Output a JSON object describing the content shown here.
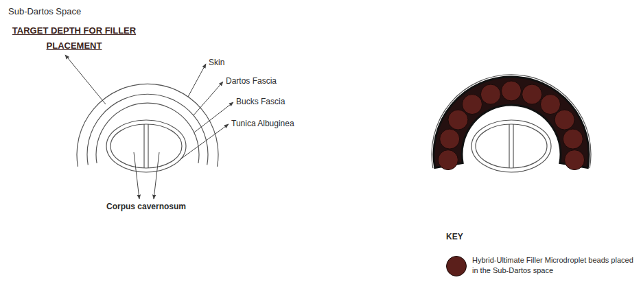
{
  "diagram": {
    "title": "TARGET DEPTH FOR FILLER PLACEMENT",
    "labels": [
      "Sub-Dartos Space",
      "Skin",
      "Dartos Fascia",
      "Bucks Fascia",
      "Tunica Albuginea",
      "Corpus cavernosum",
      "KEY"
    ],
    "legend": [
      {
        "text": "Hybrid-Ultimate Filler Microdroplet beads placed in the Sub-Dartos space",
        "color": "#5b1f1b"
      }
    ]
  }
}
